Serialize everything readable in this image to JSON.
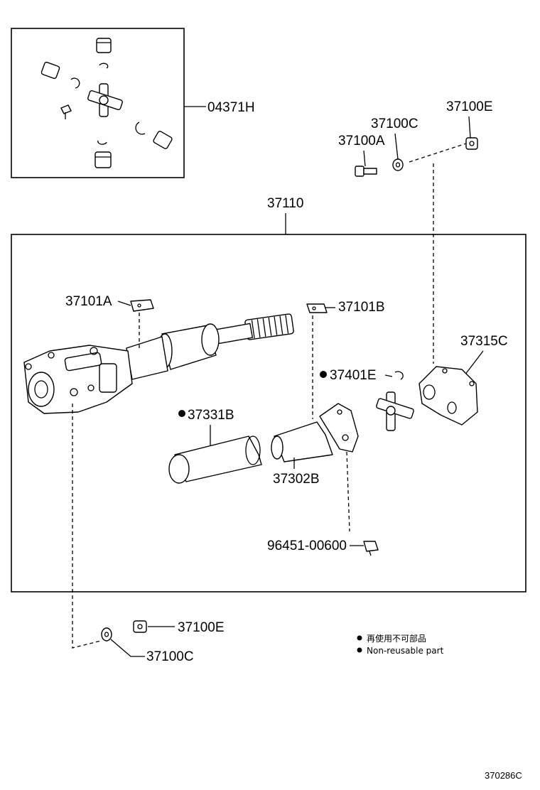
{
  "labels": {
    "kit": "04371H",
    "bolt": "37100A",
    "washer_top": "37100C",
    "nut_top": "37100E",
    "assembly": "37110",
    "clamp_a": "37101A",
    "clamp_b": "37101B",
    "flange": "37315C",
    "snap_ring": "37401E",
    "boot": "37331B",
    "yoke": "37302B",
    "fitting": "96451-00600",
    "nut_bottom": "37100E",
    "washer_bottom": "37100C"
  },
  "legend": {
    "jp": "再使用不可部品",
    "en": "Non-reusable part"
  },
  "diagram_code": "370286C"
}
